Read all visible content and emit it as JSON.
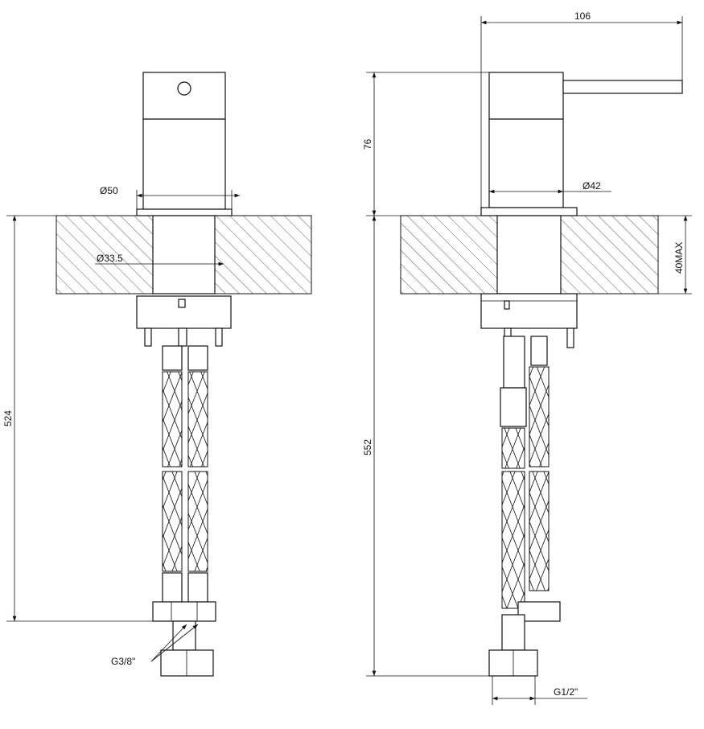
{
  "drawing": {
    "dimensions": {
      "overall_width": "106",
      "body_height": "76",
      "base_diameter": "Ø50",
      "body_diameter": "Ø42",
      "hole_diameter": "Ø33.5",
      "counter_thickness": "40MAX",
      "front_total_height": "524",
      "side_total_height": "552",
      "front_thread": "G3/8\"",
      "side_thread": "G1/2\""
    }
  }
}
